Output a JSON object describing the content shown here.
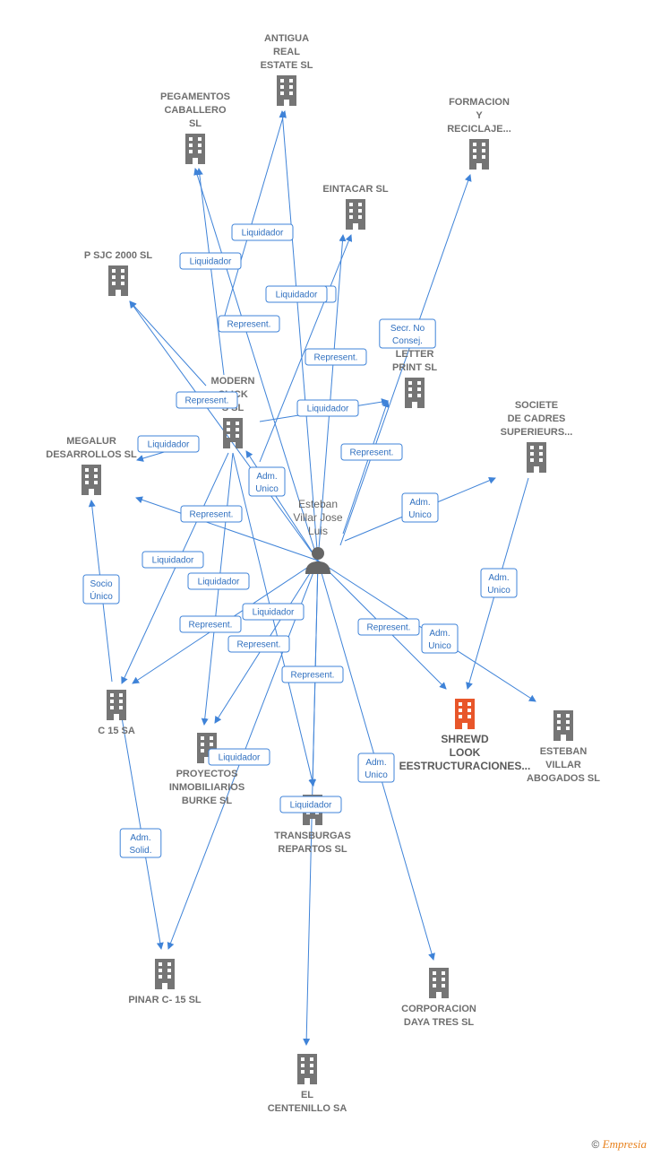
{
  "center": {
    "label_lines": [
      "Esteban",
      "Villar Jose",
      "Luis"
    ],
    "icon": "person-icon"
  },
  "companies": [
    {
      "id": "antigua",
      "lines": [
        "ANTIGUA",
        "REAL",
        "ESTATE SL"
      ]
    },
    {
      "id": "pegamentos",
      "lines": [
        "PEGAMENTOS",
        "CABALLERO",
        "SL"
      ]
    },
    {
      "id": "formacion",
      "lines": [
        "FORMACION",
        "Y",
        "RECICLAJE..."
      ]
    },
    {
      "id": "eintacar",
      "lines": [
        "EINTACAR SL"
      ]
    },
    {
      "id": "psjc",
      "lines": [
        "P SJC 2000 SL"
      ]
    },
    {
      "id": "letter",
      "lines": [
        "LETTER",
        "PRINT SL"
      ]
    },
    {
      "id": "modern",
      "lines": [
        "MODERN",
        "CLICK",
        "S  SL"
      ]
    },
    {
      "id": "societe",
      "lines": [
        "SOCIETE",
        "DE CADRES",
        "SUPERIEURS..."
      ]
    },
    {
      "id": "megalur",
      "lines": [
        "MEGALUR",
        "DESARROLLOS SL"
      ]
    },
    {
      "id": "c15",
      "lines": [
        "C 15 SA"
      ]
    },
    {
      "id": "shrewd",
      "lines": [
        "SHREWD",
        "LOOK",
        "EESTRUCTURACIONES..."
      ],
      "highlight": true
    },
    {
      "id": "estebanvillar",
      "lines": [
        "ESTEBAN",
        "VILLAR",
        "ABOGADOS SL"
      ]
    },
    {
      "id": "proyectos",
      "lines": [
        "PROYECTOS",
        "INMOBILIARIOS",
        "BURKE SL"
      ]
    },
    {
      "id": "transburgas",
      "lines": [
        "TRANSBURGAS",
        "REPARTOS  SL"
      ]
    },
    {
      "id": "pinar",
      "lines": [
        "PINAR C- 15 SL"
      ]
    },
    {
      "id": "corporacion",
      "lines": [
        "CORPORACION",
        "DAYA TRES SL"
      ]
    },
    {
      "id": "centenillo",
      "lines": [
        "EL",
        "CENTENILLO SA"
      ]
    }
  ],
  "relations": [
    {
      "lines": [
        "Liquidador"
      ]
    },
    {
      "lines": [
        "Liquidador"
      ]
    },
    {
      "lines": [
        "Liquidador"
      ]
    },
    {
      "lines": [
        "Liquidador"
      ]
    },
    {
      "lines": [
        "Represent."
      ]
    },
    {
      "lines": [
        "Represent."
      ]
    },
    {
      "lines": [
        "Secr.  No",
        "Consej."
      ]
    },
    {
      "lines": [
        "Represent."
      ]
    },
    {
      "lines": [
        "Liquidador"
      ]
    },
    {
      "lines": [
        "Liquidador"
      ]
    },
    {
      "lines": [
        "Represent."
      ]
    },
    {
      "lines": [
        "Adm.",
        "Unico"
      ]
    },
    {
      "lines": [
        "Adm.",
        "Unico"
      ]
    },
    {
      "lines": [
        "Represent."
      ]
    },
    {
      "lines": [
        "Liquidador"
      ]
    },
    {
      "lines": [
        "Liquidador"
      ]
    },
    {
      "lines": [
        "Socio",
        "Único"
      ]
    },
    {
      "lines": [
        "Adm.",
        "Unico"
      ]
    },
    {
      "lines": [
        "Represent."
      ]
    },
    {
      "lines": [
        "Liquidador"
      ]
    },
    {
      "lines": [
        "Represent."
      ]
    },
    {
      "lines": [
        "Represent."
      ]
    },
    {
      "lines": [
        "Adm.",
        "Unico"
      ]
    },
    {
      "lines": [
        "Represent."
      ]
    },
    {
      "lines": [
        "Adm.",
        "Unico"
      ]
    },
    {
      "lines": [
        "Liquidador"
      ]
    },
    {
      "lines": [
        "Liquidador"
      ]
    },
    {
      "lines": [
        "Adm.",
        "Solid."
      ]
    }
  ],
  "colors": {
    "edge": "#3f83d8",
    "building": "#757575",
    "highlight": "#e8562a",
    "person": "#666666"
  },
  "footer": {
    "copyright": "©",
    "brand": "Empresia"
  }
}
